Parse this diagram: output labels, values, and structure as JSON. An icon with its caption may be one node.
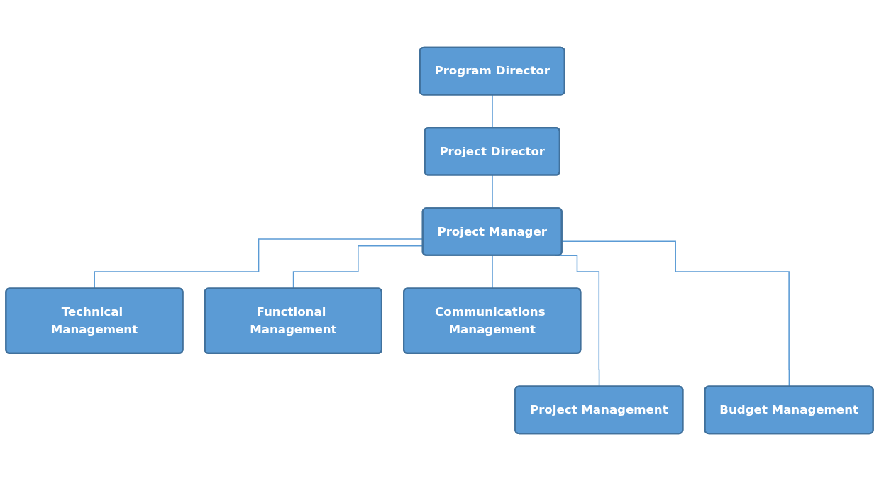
{
  "diagram": {
    "nodes": [
      {
        "text": [
          "Program Director"
        ]
      },
      {
        "text": [
          "Project Director"
        ]
      },
      {
        "text": [
          "Project Manager"
        ]
      },
      {
        "text": [
          "Technical Management"
        ]
      },
      {
        "text": [
          "Functional Management"
        ]
      },
      {
        "text": [
          "Communications Management"
        ]
      },
      {
        "text": [
          "Project Management"
        ]
      },
      {
        "text": [
          "Budget Management"
        ]
      }
    ],
    "edges": [
      {
        "from": 0,
        "to": 1,
        "arrow": "none"
      },
      {
        "from": 1,
        "to": 2,
        "arrow": "none"
      },
      {
        "from": 2,
        "to": 3,
        "arrow": "none"
      },
      {
        "from": 2,
        "to": 6,
        "arrow": "none"
      },
      {
        "from": 2,
        "to": 4,
        "arrow": "none"
      },
      {
        "from": 2,
        "to": 7,
        "arrow": "none"
      },
      {
        "from": 2,
        "to": 5,
        "arrow": "none"
      }
    ]
  }
}
